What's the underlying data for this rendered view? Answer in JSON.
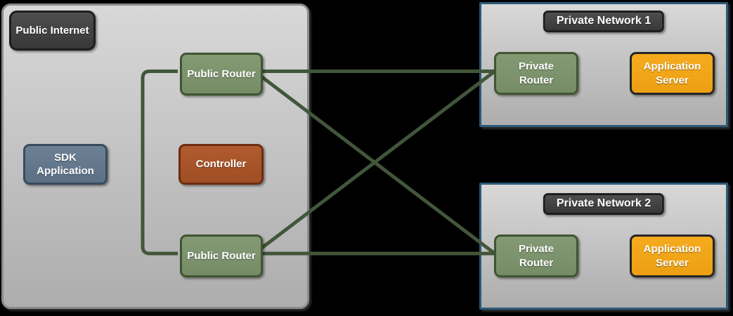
{
  "diagram": {
    "type": "network-architecture",
    "public_internet": {
      "label": "Public Internet",
      "nodes": {
        "sdk_application": {
          "label": "SDK Application"
        },
        "controller": {
          "label": "Controller"
        },
        "public_router_1": {
          "label": "Public Router"
        },
        "public_router_2": {
          "label": "Public Router"
        }
      }
    },
    "private_network_1": {
      "label": "Private Network 1",
      "nodes": {
        "private_router": {
          "label": "Private Router"
        },
        "application_server": {
          "label": "Application Server"
        }
      }
    },
    "private_network_2": {
      "label": "Private Network 2",
      "nodes": {
        "private_router": {
          "label": "Private Router"
        },
        "application_server": {
          "label": "Application Server"
        }
      }
    },
    "connections": [
      {
        "from": "public_router_1",
        "to": "public_router_2",
        "style": "orthogonal"
      },
      {
        "from": "public_router_1",
        "to": "private_network_1.private_router",
        "style": "straight"
      },
      {
        "from": "public_router_1",
        "to": "private_network_2.private_router",
        "style": "straight"
      },
      {
        "from": "public_router_2",
        "to": "private_network_1.private_router",
        "style": "straight"
      },
      {
        "from": "public_router_2",
        "to": "private_network_2.private_router",
        "style": "straight"
      }
    ],
    "colors": {
      "background": "#000000",
      "container_fill_top": "#d8d8d8",
      "container_fill_bottom": "#adadad",
      "public_container_border": "#8a8a8a",
      "private_container_border": "#2d5977",
      "dark_label_fill": "#434343",
      "dark_label_border": "#1e1e1e",
      "sdk_application_fill": "#64778c",
      "sdk_application_border": "#3a4b5e",
      "controller_fill": "#a9542b",
      "controller_border": "#6e2c10",
      "router_fill": "#7c9370",
      "router_border": "#3f5531",
      "application_server_fill": "#f1a518",
      "application_server_border": "#262626",
      "connection_line": "#42563a",
      "label_text": "#ffffff"
    }
  }
}
